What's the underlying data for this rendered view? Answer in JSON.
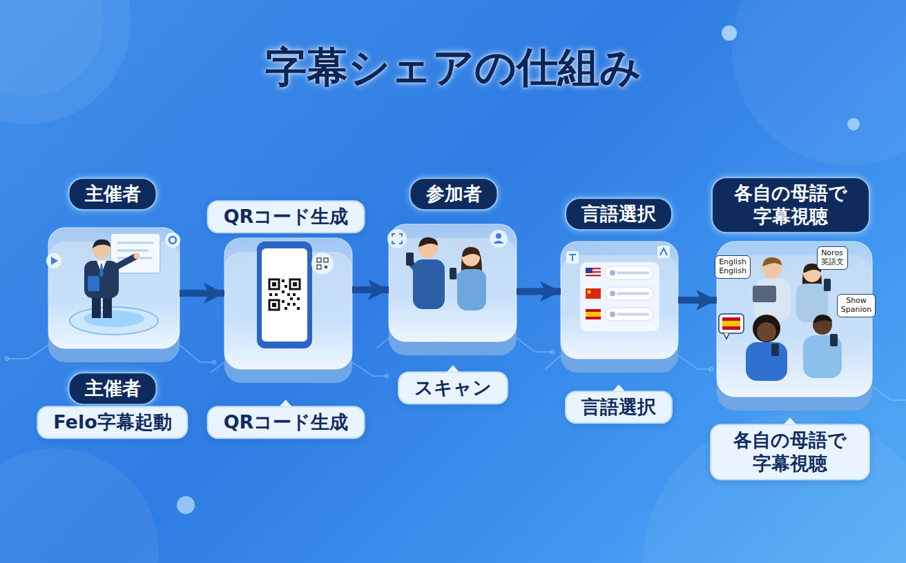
{
  "diagram": {
    "title": "字幕シェアの仕組み",
    "nodes": [
      {
        "text": [
          "主催者",
          "主催者",
          "Felo字幕起動"
        ]
      },
      {
        "text": [
          "QRコード生成",
          "QRコード生成"
        ]
      },
      {
        "text": [
          "参加者",
          "スキャン"
        ]
      },
      {
        "text": [
          "言語選択",
          "言語選択"
        ]
      },
      {
        "text": [
          "各自の母語で 字幕視聴",
          "各自の母語で 字幕視聴"
        ]
      },
      {
        "text": [
          "English English"
        ],
        "in": 4
      },
      {
        "text": [
          "Noros 英語文"
        ],
        "in": 4
      },
      {
        "text": [
          "Show Spanion"
        ],
        "in": 4
      }
    ],
    "edges": [
      {
        "from": 0,
        "to": 1,
        "arrow": "to"
      },
      {
        "from": 1,
        "to": 2,
        "arrow": "to"
      },
      {
        "from": 2,
        "to": 3,
        "arrow": "to"
      },
      {
        "from": 3,
        "to": 4,
        "arrow": "to"
      }
    ]
  }
}
